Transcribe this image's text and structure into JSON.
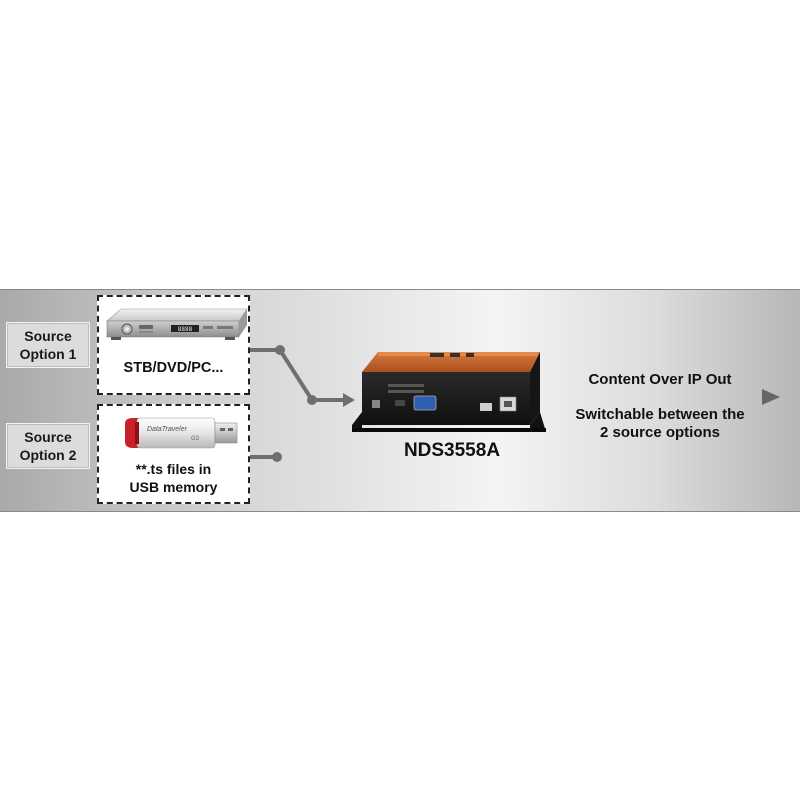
{
  "sources": [
    {
      "label_line1": "Source",
      "label_line2": "Option 1",
      "box_line1": "STB/DVD/PC...",
      "box_line2": "",
      "device_icon": "set-top-box-icon"
    },
    {
      "label_line1": "Source",
      "label_line2": "Option 2",
      "box_line1": "**.ts files in",
      "box_line2": "USB memory",
      "device_icon": "usb-stick-icon"
    }
  ],
  "device": {
    "name": "NDS3558A",
    "icon": "encoder-device-icon",
    "accent_color": "#c2622a"
  },
  "output": {
    "title": "Content Over IP Out",
    "note_line1": "Switchable between the",
    "note_line2": "2 source options"
  },
  "usb_stick_text": {
    "brand": "DataTraveler",
    "model": "G3"
  },
  "colors": {
    "connector": "#6f6f6f",
    "arrow": "#555555",
    "device_body": "#1e1e1e"
  }
}
